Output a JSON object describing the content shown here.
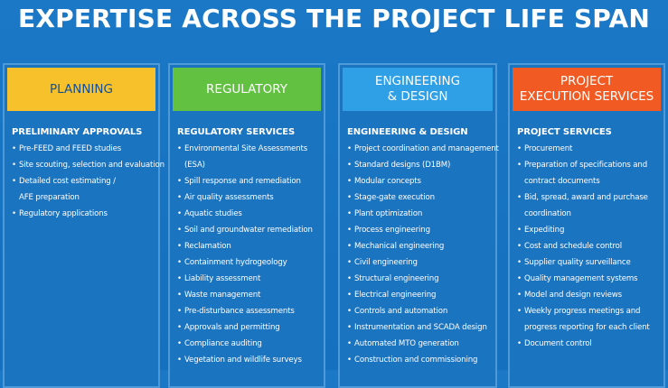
{
  "title": "EXPERTISE ACROSS THE PROJECT LIFE SPAN",
  "colors": {
    "background": "#1673c2",
    "planning": "#f7c12c",
    "regulatory": "#63c142",
    "engineering": "#2f9fe6",
    "execution": "#f15a22"
  },
  "columns": [
    {
      "heading_line1": "PLANNING",
      "heading_line2": "",
      "section": "PRELIMINARY APPROVALS",
      "items": [
        "Pre-FEED and FEED studies",
        "Site scouting, selection and evaluation",
        "Detailed cost estimating / AFE preparation",
        "Regulatory applications"
      ]
    },
    {
      "heading_line1": "REGULATORY",
      "heading_line2": "",
      "section": "REGULATORY SERVICES",
      "items": [
        "Environmental Site Assessments (ESA)",
        "Spill response and remediation",
        "Air quality assessments",
        "Aquatic studies",
        "Soil and groundwater remediation",
        "Reclamation",
        "Containment hydrogeology",
        "Liability assessment",
        "Waste management",
        "Pre-disturbance assessments",
        "Approvals and permitting",
        "Compliance auditing",
        "Vegetation and wildlife surveys"
      ]
    },
    {
      "heading_line1": "ENGINEERING",
      "heading_line2": "& DESIGN",
      "section": "ENGINEERING & DESIGN",
      "items": [
        "Project coordination and management",
        "Standard designs (D1BM)",
        "Modular concepts",
        "Stage-gate execution",
        "Plant optimization",
        "Process engineering",
        "Mechanical engineering",
        "Civil engineering",
        "Structural engineering",
        "Electrical engineering",
        "Controls and automation",
        "Instrumentation and SCADA design",
        "Automated MTO generation",
        "Construction and commissioning"
      ]
    },
    {
      "heading_line1": "PROJECT",
      "heading_line2": "EXECUTION SERVICES",
      "section": "PROJECT SERVICES",
      "items": [
        "Procurement",
        "Preparation of specifications and contract documents",
        "Bid, spread, award and purchase coordination",
        "Expediting",
        "Cost and schedule control",
        "Supplier quality surveillance",
        "Quality management systems",
        "Model and design reviews",
        "Weekly progress meetings and progress reporting for each client",
        "Document control"
      ]
    }
  ]
}
